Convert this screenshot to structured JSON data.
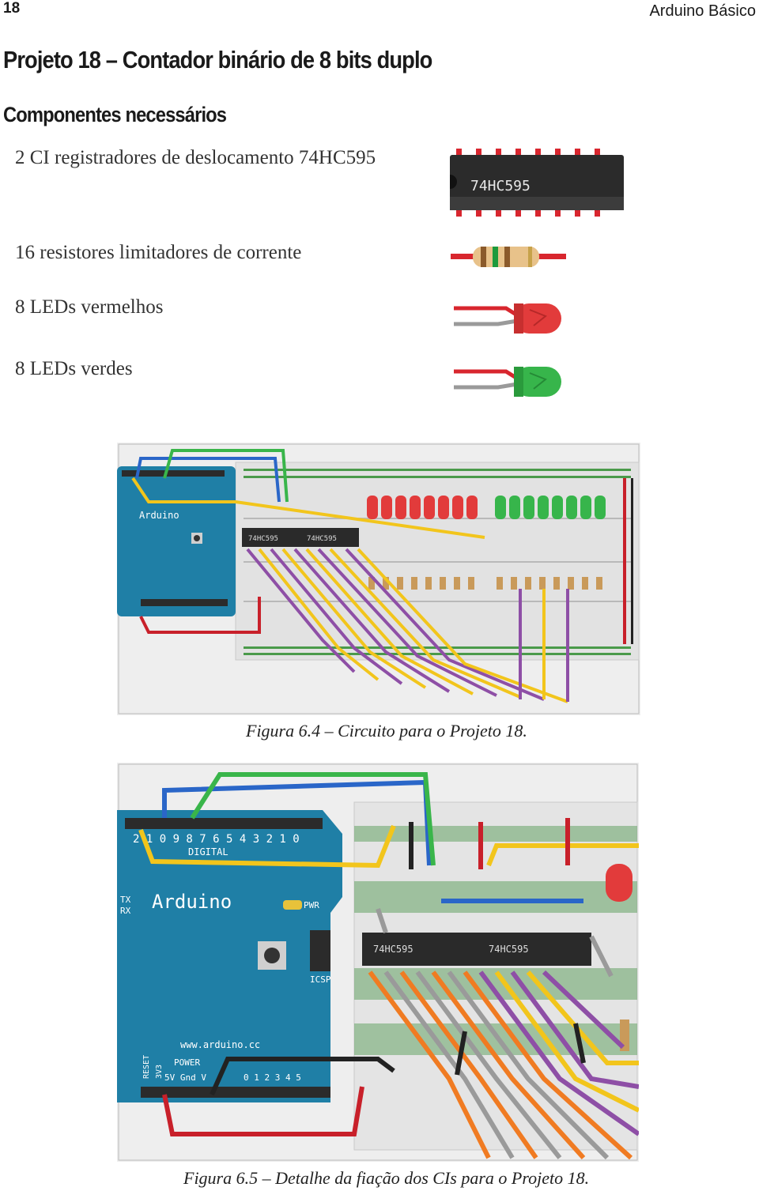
{
  "header": {
    "page_number": "18",
    "book_title": "Arduino Básico"
  },
  "project_title": "Projeto 18 – Contador binário de 8 bits duplo",
  "components_heading": "Componentes necessários",
  "components": [
    {
      "label": "2 CI registradores de deslocamento 74HC595",
      "icon": "shift-register-chip-icon",
      "chip_marking": "74HC595"
    },
    {
      "label": "16 resistores limitadores de corrente",
      "icon": "resistor-icon"
    },
    {
      "label": "8 LEDs vermelhos",
      "icon": "red-led-icon",
      "color": "#e23b3b"
    },
    {
      "label": "8 LEDs verdes",
      "icon": "green-led-icon",
      "color": "#2fb24a"
    }
  ],
  "figure_1": {
    "caption": "Figura 6.4 – Circuito para o Projeto 18.",
    "board_label": "Arduino",
    "chip_labels": [
      "74HC595",
      "74HC595"
    ]
  },
  "figure_2": {
    "caption": "Figura 6.5 – Detalhe da fiação dos CIs para o Projeto 18.",
    "board_label": "Arduino",
    "pin_header": "2 1 0 9 8  7 6 5 4 3 2 1 0",
    "digital_label": "DIGITAL",
    "tx_label": "TX",
    "rx_label": "RX",
    "pwr_label": "PWR",
    "icsp_label": "ICSP",
    "url_label": "www.arduino.cc",
    "power_label": "POWER",
    "reset_label": "RESET",
    "v3_label": "3V3",
    "power_pins": "5V Gnd  V",
    "analog_pins": "0 1 2 3 4 5",
    "chip_labels": [
      "74HC595",
      "74HC595"
    ]
  },
  "colors": {
    "arduino_blue": "#1f7fa6",
    "breadboard": "#e4e4e4",
    "wire_blue": "#2a66c8",
    "wire_green": "#39b54a",
    "wire_yellow": "#f2c51c",
    "wire_red": "#c8202a",
    "wire_purple": "#8e4fa6",
    "wire_orange": "#f07b22",
    "wire_gray": "#9a9a9a"
  }
}
